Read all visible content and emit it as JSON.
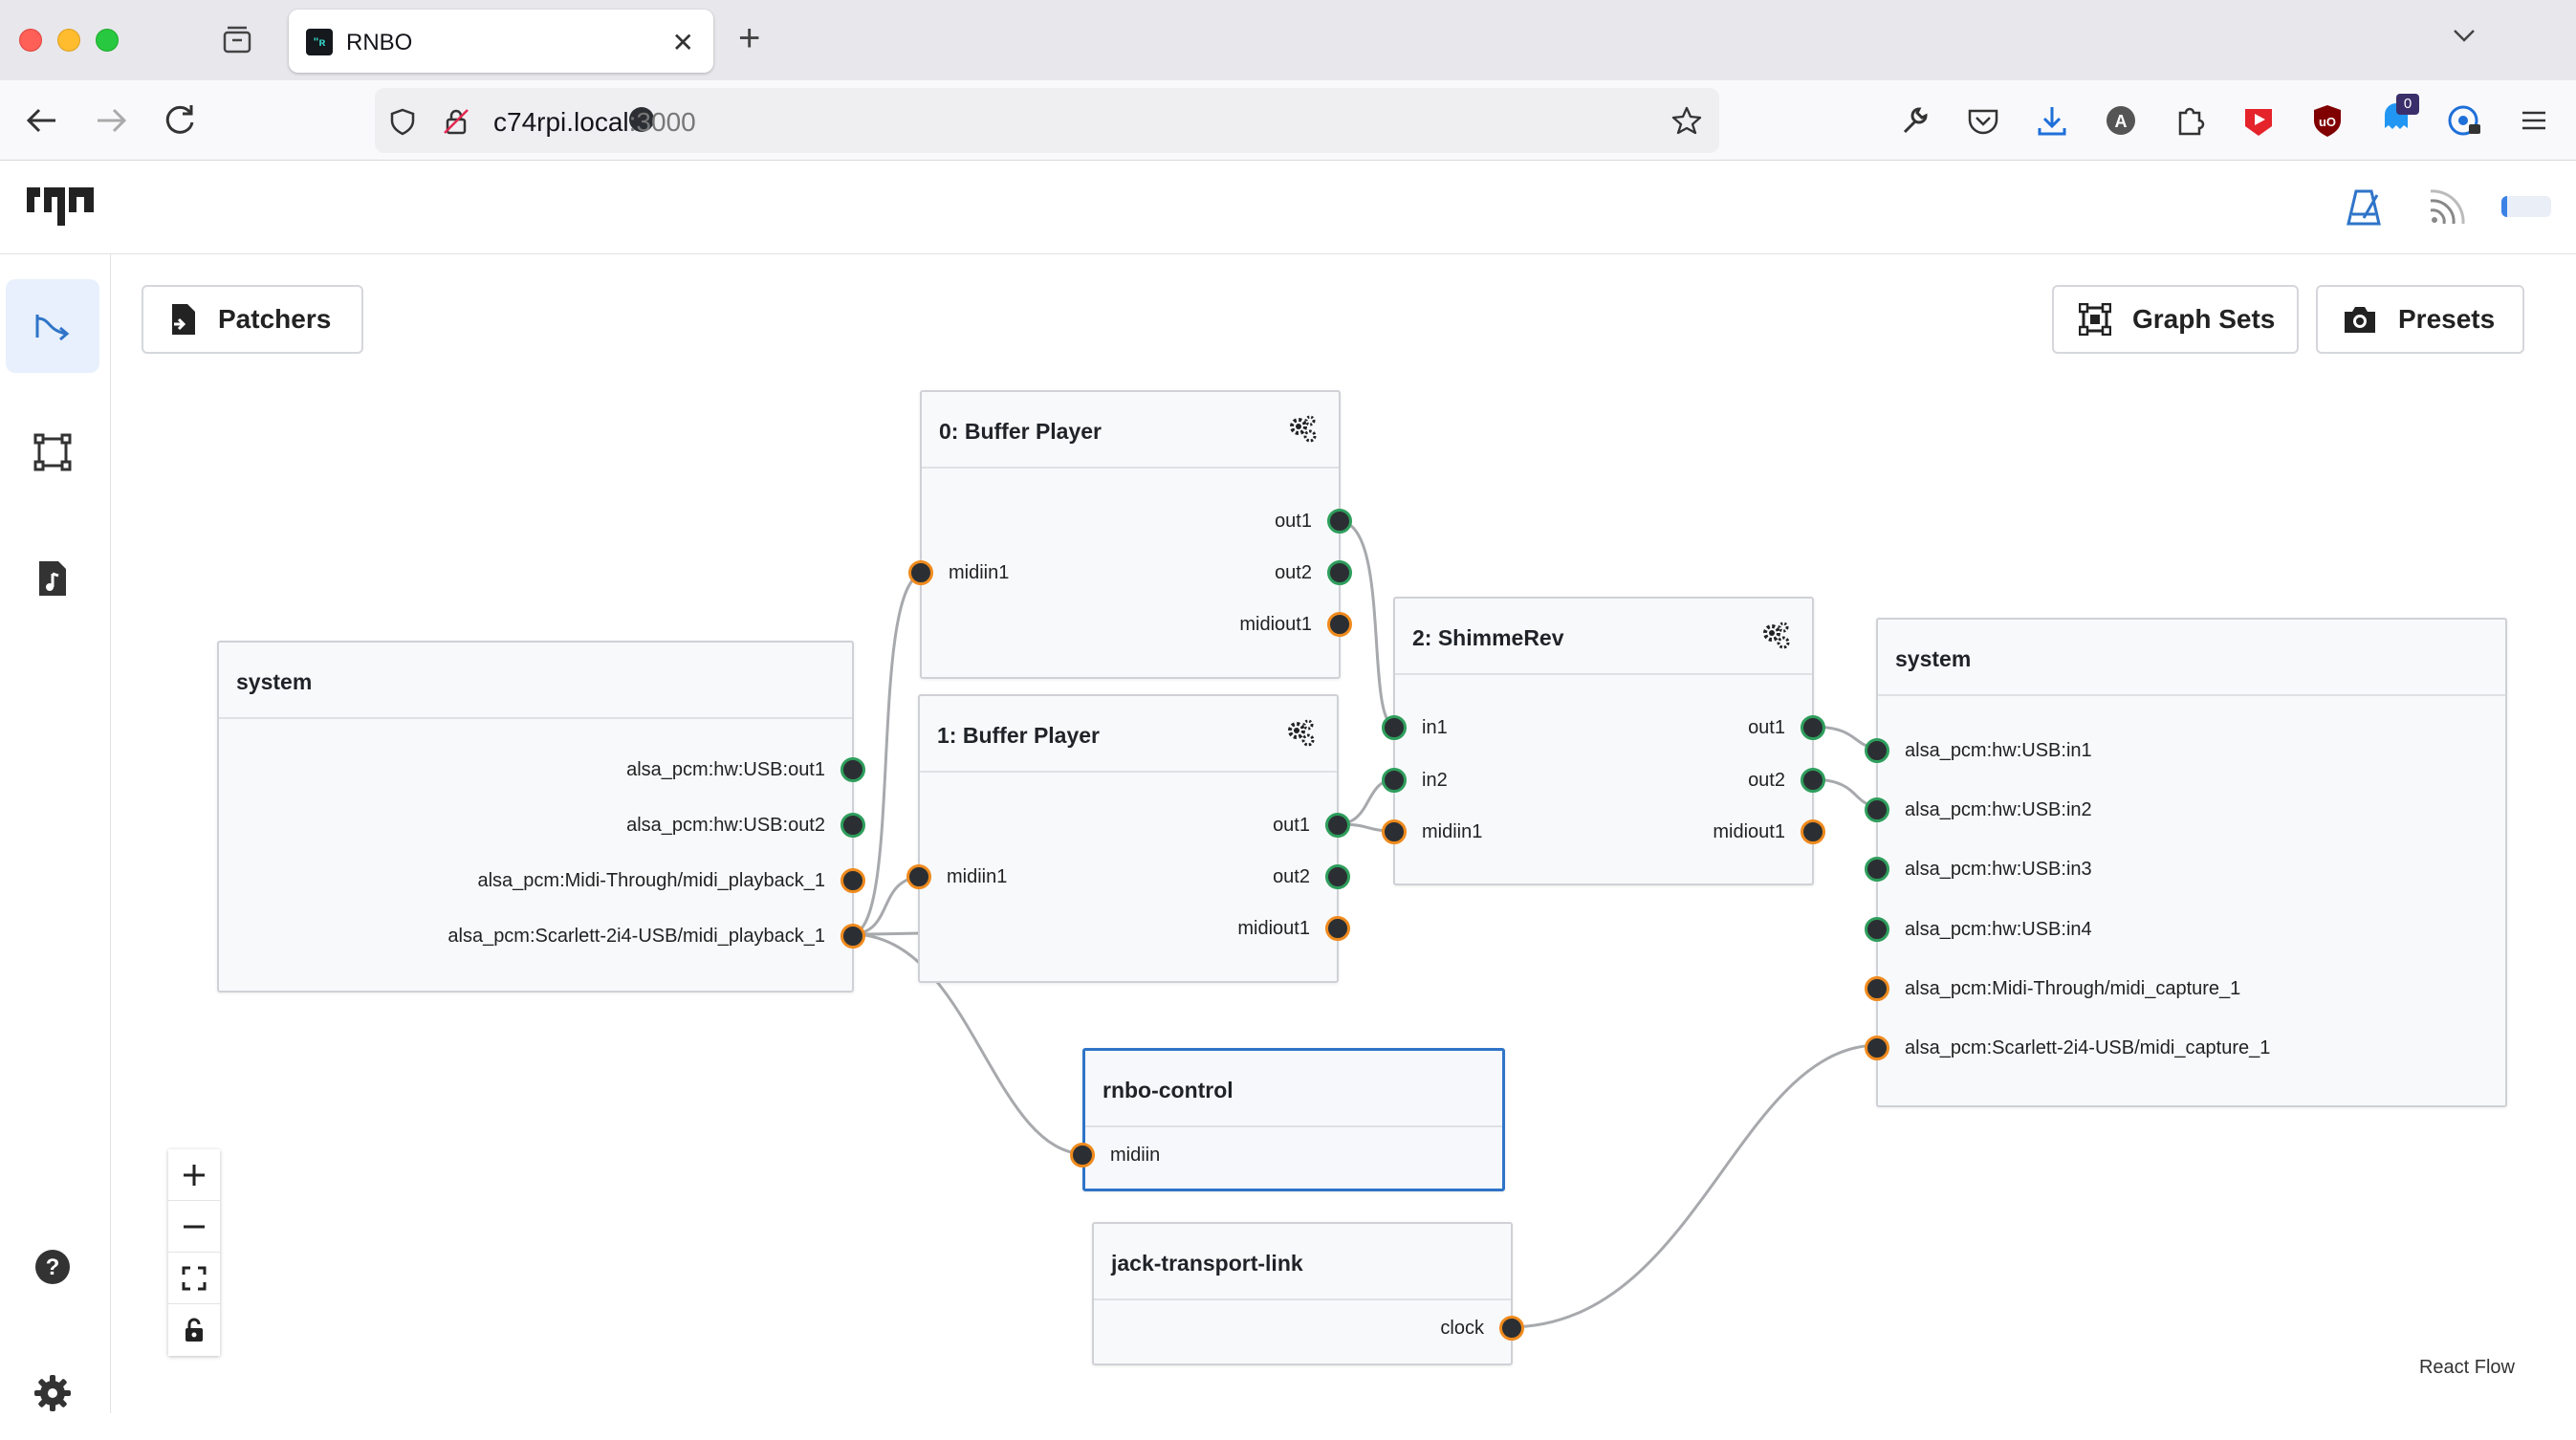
{
  "browser": {
    "tab": {
      "title": "RNBO",
      "favicon_text": "\"ʀ"
    },
    "url": {
      "host": "c74rpi.local",
      "port": ":3000"
    },
    "extension_badge": "0"
  },
  "app": {
    "cpu_load_fraction": 0.12,
    "accent_color": "#2f74c8",
    "audio_port_color": "#2e9e5c",
    "midi_port_color": "#ef8a1d"
  },
  "toolbar": {
    "patchers_label": "Patchers",
    "graphsets_label": "Graph Sets",
    "presets_label": "Presets"
  },
  "nodes": {
    "system_in": {
      "title": "system",
      "outputs": [
        "alsa_pcm:hw:USB:out1",
        "alsa_pcm:hw:USB:out2",
        "alsa_pcm:Midi-Through/midi_playback_1",
        "alsa_pcm:Scarlett-2i4-USB/midi_playback_1"
      ]
    },
    "buffer_player_0": {
      "title": "0: Buffer Player",
      "inputs": [
        "midiin1"
      ],
      "outputs": [
        "out1",
        "out2",
        "midiout1"
      ]
    },
    "buffer_player_1": {
      "title": "1: Buffer Player",
      "inputs": [
        "midiin1"
      ],
      "outputs": [
        "out1",
        "out2",
        "midiout1"
      ]
    },
    "shimmerev": {
      "title": "2: ShimmeRev",
      "inputs": [
        "in1",
        "in2",
        "midiin1"
      ],
      "outputs": [
        "out1",
        "out2",
        "midiout1"
      ]
    },
    "system_out": {
      "title": "system",
      "inputs": [
        "alsa_pcm:hw:USB:in1",
        "alsa_pcm:hw:USB:in2",
        "alsa_pcm:hw:USB:in3",
        "alsa_pcm:hw:USB:in4",
        "alsa_pcm:Midi-Through/midi_capture_1",
        "alsa_pcm:Scarlett-2i4-USB/midi_capture_1"
      ]
    },
    "rnbo_control": {
      "title": "rnbo-control",
      "inputs": [
        "midiin"
      ]
    },
    "jack_transport_link": {
      "title": "jack-transport-link",
      "outputs": [
        "clock"
      ]
    }
  },
  "attribution": "React Flow"
}
